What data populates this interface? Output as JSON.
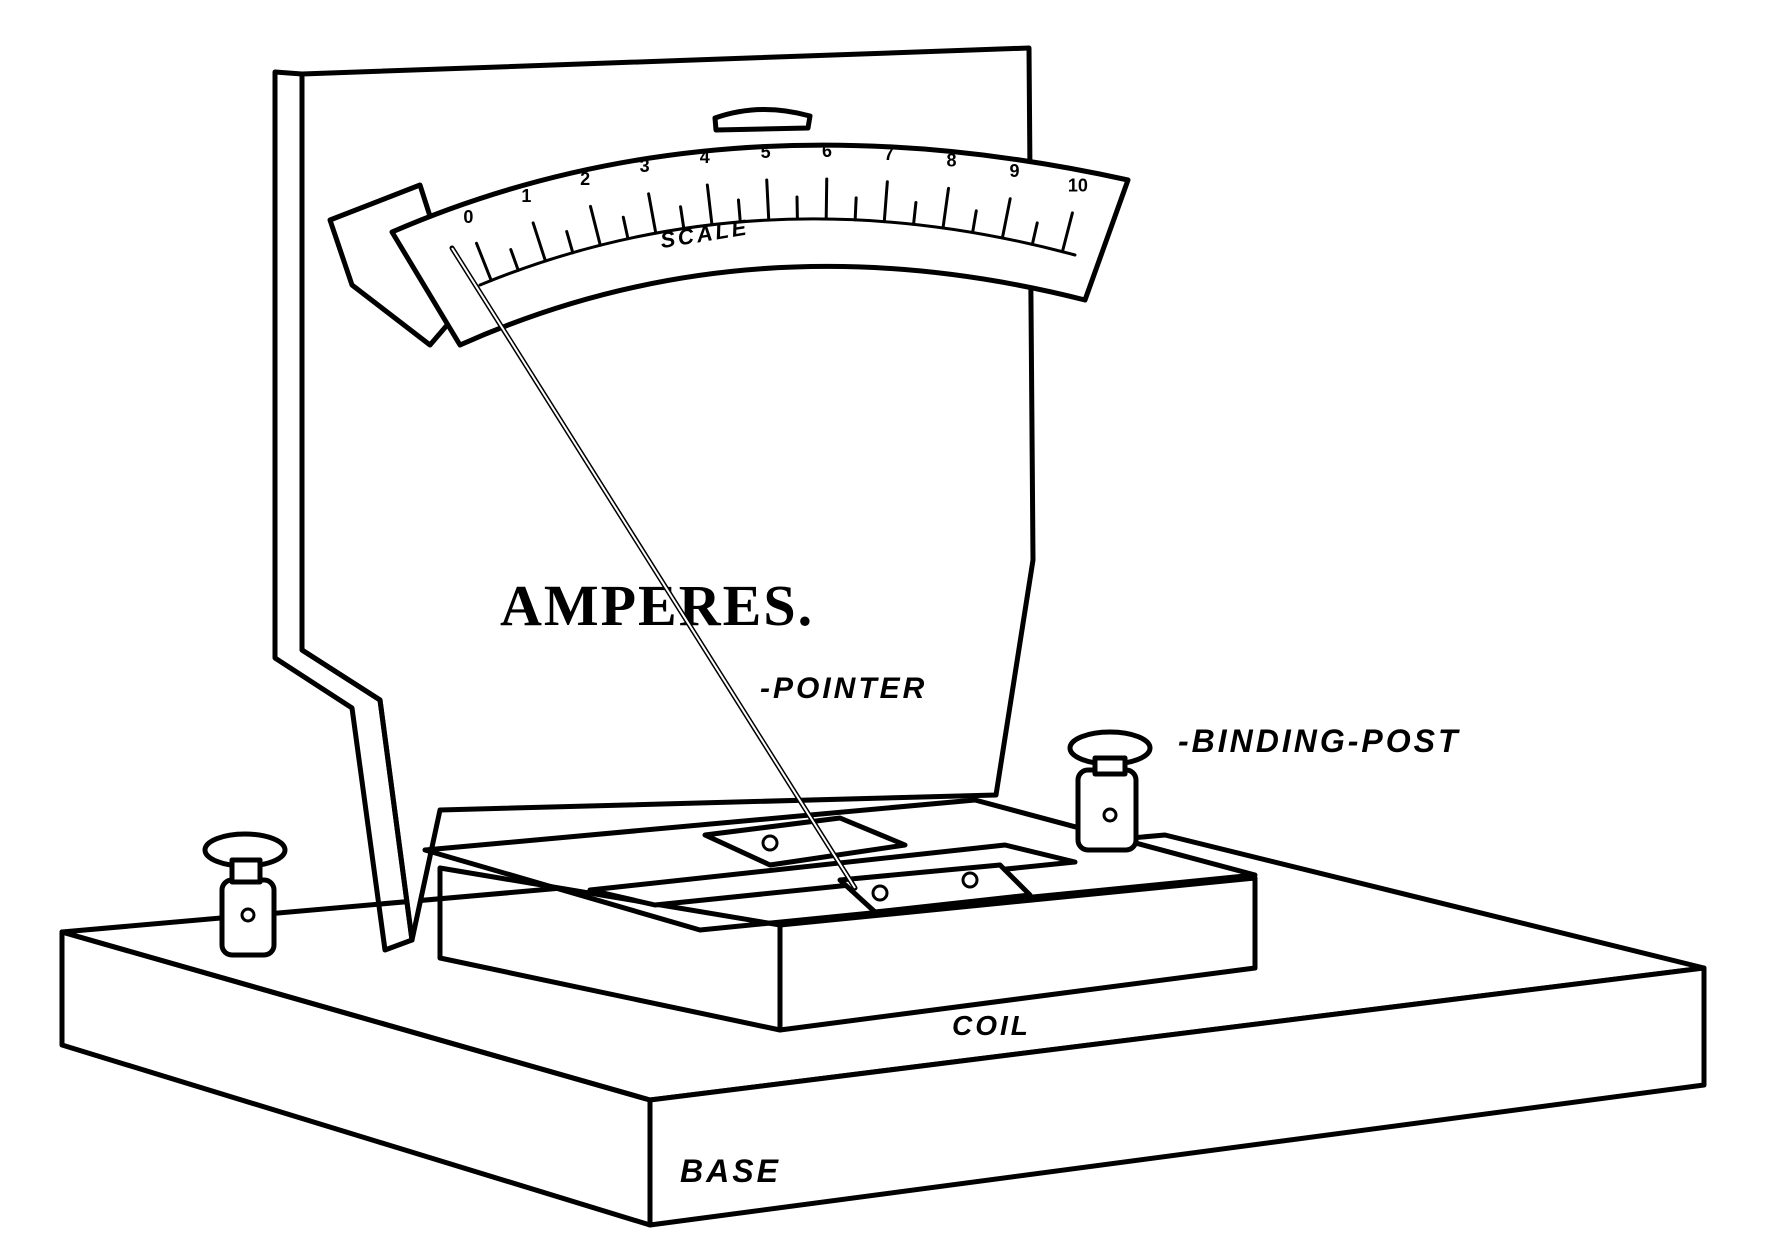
{
  "face": {
    "title": "AMPERES."
  },
  "scale": {
    "label": "SCALE",
    "numbers": [
      "0",
      "1",
      "2",
      "3",
      "4",
      "5",
      "6",
      "7",
      "8",
      "9",
      "10"
    ]
  },
  "labels": {
    "pointer": "-POINTER",
    "binding_post": "-BINDING-POST",
    "coil": "COIL",
    "base": "BASE"
  },
  "colors": {
    "ink": "#000000",
    "paper": "#ffffff"
  }
}
